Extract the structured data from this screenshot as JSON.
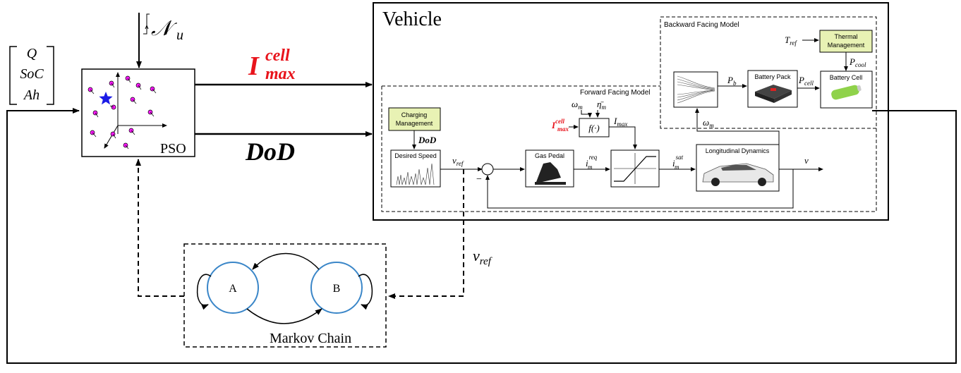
{
  "colors": {
    "accent_red": "#e8141c",
    "particle_magenta": "#ff19ff",
    "star_blue": "#1a1ae6",
    "charging_fill": "#e8f2b4",
    "node_stroke": "#3a86c8"
  },
  "state_vector": {
    "q": "Q",
    "soc": "SoC",
    "ah": "Ah"
  },
  "noise_input": "𝒩",
  "noise_sub": "u",
  "pso": {
    "label": "PSO"
  },
  "outputs": {
    "imax_main": "I",
    "imax_sup": "cell",
    "imax_sub": "max",
    "dod": "DoD"
  },
  "vehicle": {
    "title": "Vehicle"
  },
  "backward_model": {
    "title": "Backward Facing Model",
    "t_ref": "T",
    "t_ref_sub": "ref",
    "thermal_line1": "Thermal",
    "thermal_line2": "Management",
    "p_cool": "P",
    "p_cool_sub": "cool",
    "p_b": "P",
    "p_b_sub": "b",
    "p_cell": "P",
    "p_cell_sub": "cell",
    "battery_pack": "Battery Pack",
    "battery_cell": "Battery Cell",
    "omega": "ω",
    "omega_sub": "m"
  },
  "forward_model": {
    "title": "Forward Facing Model",
    "charging_line1": "Charging",
    "charging_line2": "Management",
    "dod": "DoD",
    "desired_speed": "Desired Speed",
    "v_ref": "v",
    "v_ref_sub": "ref",
    "minus": "−",
    "gas_pedal": "Gas Pedal",
    "i_req": "i",
    "i_req_sup": "req",
    "i_req_sub": "m",
    "omega_m": "ω",
    "omega_m_sub": "m",
    "eta_m": "η̄",
    "eta_m_sub": "m",
    "imax_in": "I",
    "imax_in_sup": "cell",
    "imax_in_sub": "max",
    "f_block": "f(·)",
    "i_max": "I",
    "i_max_sub": "max",
    "i_sat": "i",
    "i_sat_sup": "sat",
    "i_sat_sub": "m",
    "longitudinal": "Longitudinal Dynamics",
    "v_out": "v"
  },
  "markov": {
    "title": "Markov Chain",
    "state_a": "A",
    "state_b": "B",
    "v_ref": "v",
    "v_ref_sub": "ref"
  }
}
